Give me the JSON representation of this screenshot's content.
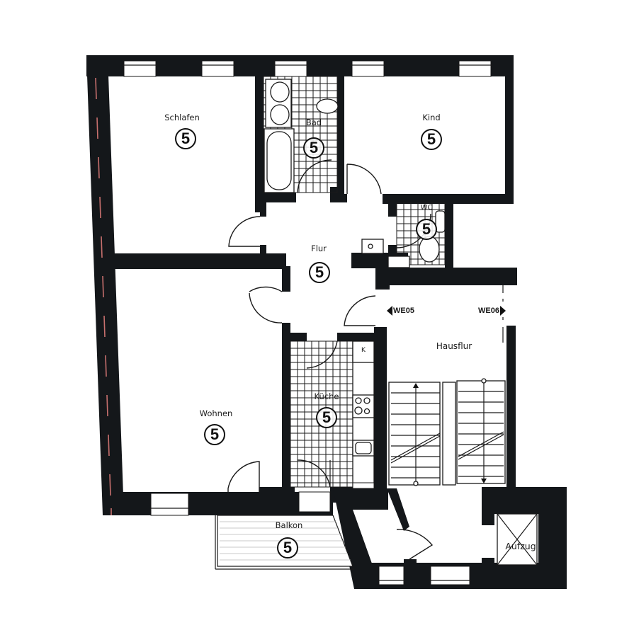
{
  "plan": {
    "type": "apartment-floor-plan",
    "colors": {
      "wall": "#14171a",
      "accent_dash": "#c8706e",
      "text": "#1a1a1a",
      "background": "#ffffff"
    },
    "rooms": [
      {
        "id": "schlafen",
        "label": "Schlafen",
        "badge": "5"
      },
      {
        "id": "bad",
        "label": "Bad",
        "badge": "5"
      },
      {
        "id": "kind",
        "label": "Kind",
        "badge": "5"
      },
      {
        "id": "wc",
        "label": "WC",
        "badge": "5"
      },
      {
        "id": "flur",
        "label": "Flur",
        "badge": "5"
      },
      {
        "id": "wohnen",
        "label": "Wohnen",
        "badge": "5"
      },
      {
        "id": "kueche",
        "label": "Küche",
        "badge": "5"
      },
      {
        "id": "balkon",
        "label": "Balkon",
        "badge": "5"
      },
      {
        "id": "hausflur",
        "label": "Hausflur"
      },
      {
        "id": "aufzug",
        "label": "Aufzug"
      }
    ],
    "unit_markers": [
      {
        "id": "we05",
        "label": "WE05",
        "direction": "left"
      },
      {
        "id": "we06",
        "label": "WE06",
        "direction": "right"
      }
    ],
    "kitchen_fixture_label": "K"
  }
}
